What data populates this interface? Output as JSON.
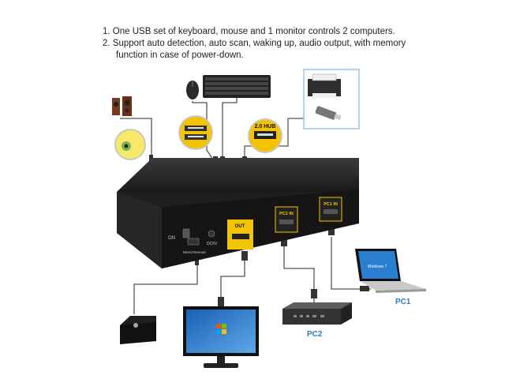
{
  "notes": {
    "line1": "1. One USB set of keyboard, mouse and 1 monitor controls 2 computers.",
    "line2": "2. Support auto detection, auto scan, waking up, audio output, with memory",
    "line2b": "function in case of power-down."
  },
  "device": {
    "on_label": "ON",
    "wired_remote_label": "Wired Remote",
    "dc_label": "DC5V",
    "out_label": "OUT",
    "pc2_in_label": "PC2 IN",
    "pc1_in_label": "PC1 IN"
  },
  "callouts": {
    "hub_label": "2.0 HUB"
  },
  "laptop": {
    "screen_text": "Windows 7"
  },
  "labels": {
    "pc1": "PC1",
    "pc2": "PC2"
  },
  "colors": {
    "device_body": "#1c1c1c",
    "port_highlight": "#f2c400",
    "label_blue": "#2a7fc0"
  }
}
